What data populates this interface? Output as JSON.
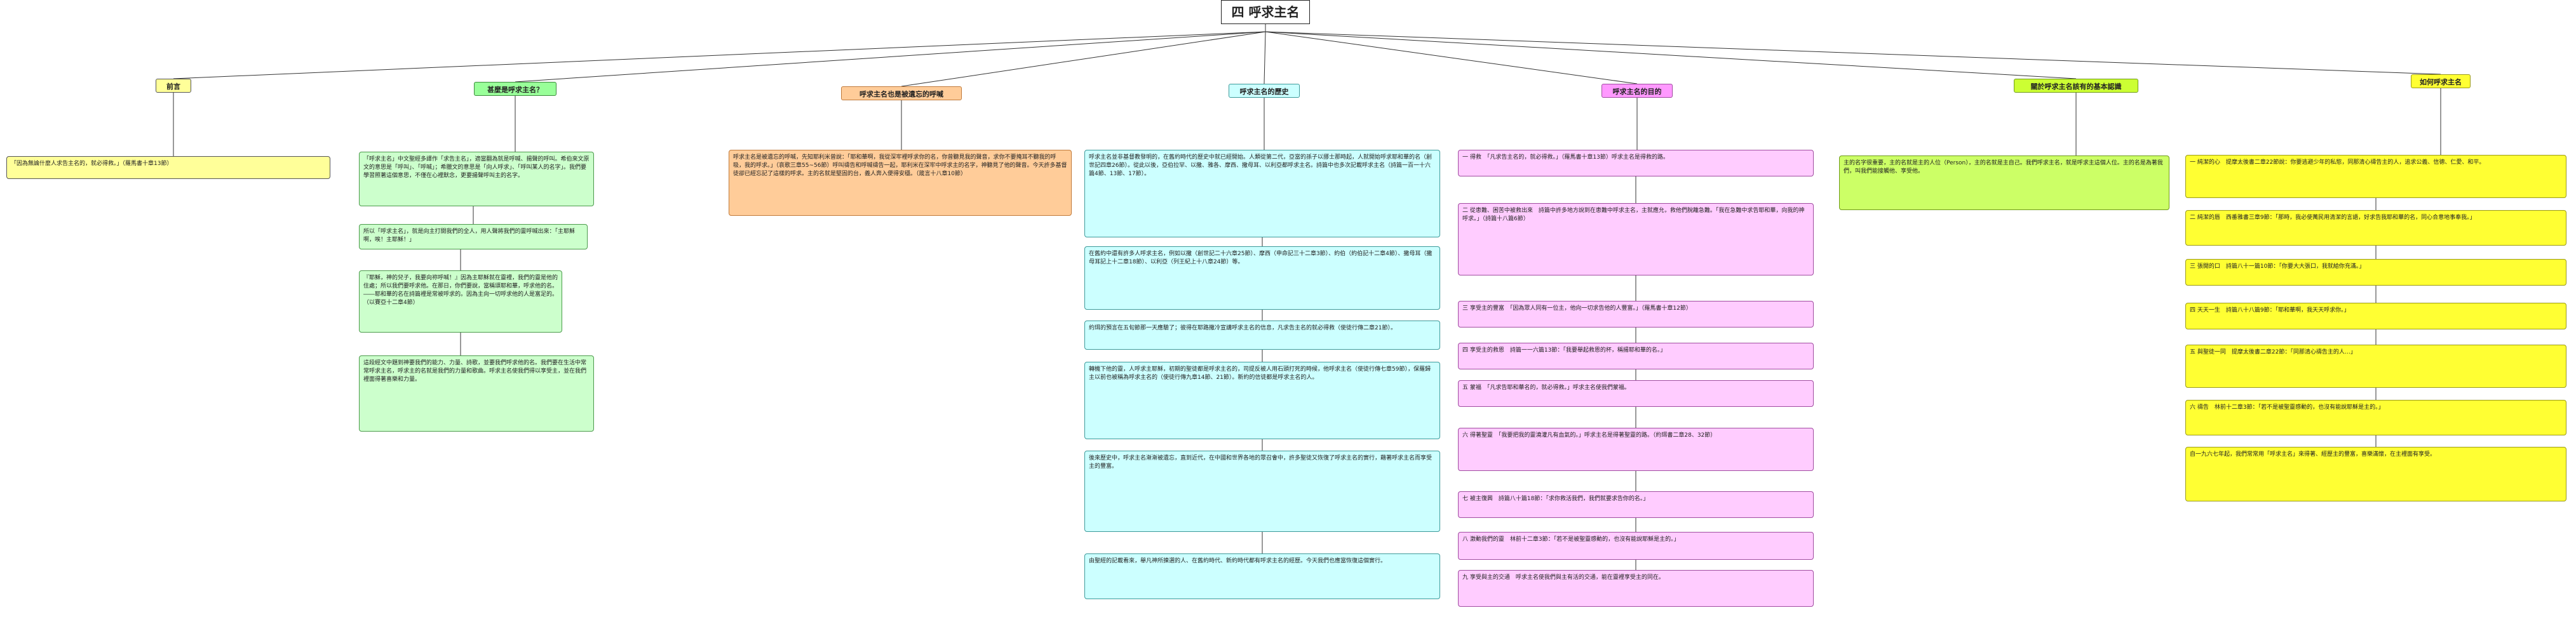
{
  "root": {
    "title": "四 呼求主名"
  },
  "branches": [
    {
      "key": "foreword",
      "header": "前言",
      "color": "yellow",
      "nodes": [
        "「因為無論什麼人求告主名的，就必得救。」（羅馬書十章13節）"
      ]
    },
    {
      "key": "what",
      "header": "甚麼是呼求主名？",
      "color": "green",
      "nodes": [
        "「呼求主名」中文聖經多譯作「求告主名」，適當翻為就是呼喊、揚聲的呼叫。希伯來文原文的意思是「呼叫」、「呼喊」；希臘文的意思是「向人呼求」、「呼叫某人的名字」。我們要學習照著這個意思，不僅在心裡默念，更要揚聲呼叫主的名字。",
        "所以「呼求主名」，就是向主打開我們的全人，用人聲將我們的靈呼喊出來：「主耶穌啊，唉！主耶穌！」",
        "『耶穌，神的兒子，我要向祢呼喊！』因為主耶穌就在靈裡，我們的靈是他的住處；所以我們要呼求他。在那日，你們要說，當稱頌耶和華，呼求他的名。――耶和華的名在詩篇裡是常被呼求的。因為主向一切呼求他的人是富足的。（以賽亞十二章4節）",
        "這段經文中題到神要我們的能力、力量、詩歌，並要我們呼求他的名。我們要在生活中常常呼求主名，呼求主的名就是我們的力量和歌曲。呼求主名使我們得以享受主，並在我們裡面得著喜樂和力量。"
      ]
    },
    {
      "key": "forgotten",
      "header": "呼求主名也是被遺忘的呼喊",
      "color": "peach",
      "nodes": [
        "呼求主名是被遺忘的呼喊，先知耶利米曾說：「耶和華啊，我從深牢裡呼求你的名，你曾聽見我的聲音，求你不要掩耳不聽我的呼吸，我的呼求。」（哀歌三章55~56節）呼叫禱告和呼喊禱告一起，耶利米在深牢中呼求主的名字，神聽見了他的聲音。今天許多基督徒卻已經忘記了這樣的呼求。主的名就是堅固的台，義人奔入便得安穩。（箴言十八章10節）"
      ]
    },
    {
      "key": "history",
      "header": "呼求主名的歷史",
      "color": "cyan",
      "nodes": [
        "呼求主名並非基督教發明的，在舊約時代的歷史中就已經開始。人類從第二代，亞當的孫子以挪士那時起，人就開始呼求耶和華的名（創世記四章26節）。從此以後，亞伯拉罕、以撒、雅各、摩西、撒母耳、以利亞都呼求主名。詩篇中也多次記載呼求主名（詩篇一百一十六篇4節、13節、17節）。",
        "在舊約中還有許多人呼求主名，例如以撒（創世記二十六章25節）、摩西（申命記三十二章3節）、約伯（約伯記十二章4節）、撒母耳（撒母耳記上十二章18節）、以利亞（列王紀上十八章24節）等。",
        "約珥的預言在五旬節那一天應驗了；彼得在耶路撒冷宣講呼求主名的信息，凡求告主名的就必得救（使徒行傳二章21節）。",
        "轉機下他的靈，人呼求主耶穌，初期的聖徒都是呼求主名的，司提反被人用石頭打死的時候，他呼求主名（使徒行傳七章59節），保羅歸主以前也被稱為呼求主名的（使徒行傳九章14節、21節）。新約的信徒都是呼求主名的人。",
        "後來歷史中，呼求主名漸漸被遺忘，直到近代，在中國和世界各地的眾召會中，許多聖徒又恢復了呼求主名的實行，藉著呼求主名而享受主的豐富。",
        "由聖經的記載看來，舉凡神所揀選的人、在舊約時代、新約時代都有呼求主名的經歷。今天我們也應當恢復這個實行。"
      ]
    },
    {
      "key": "purpose",
      "header": "呼求主名的目的",
      "color": "pink",
      "nodes": [
        "一 得救　「凡求告主名的，就必得救。」（羅馬書十章13節）呼求主名是得救的路。",
        "二 從患難、困苦中被救出來　詩篇中許多地方說到在患難中呼求主名，主就應允，救他們脫離急難。「我在急難中求告耶和華，向我的神呼求。」（詩篇十八篇6節）",
        "三 享受主的豐富　「因為眾人同有一位主，他向一切求告他的人豐富。」（羅馬書十章12節）",
        "四 享受主的救恩　詩篇一一六篇13節：「我要舉起救恩的杯，稱揚耶和華的名。」",
        "五 蒙福　「凡求告耶和華名的，就必得救。」呼求主名使我們蒙福。",
        "六 得著聖靈　「我要把我的靈澆灌凡有血氣的。」呼求主名是得著聖靈的路。（約珥書二章28、32節）",
        "七 被主復興　詩篇八十篇18節：「求你救活我們，我們就要求告你的名。」",
        "八 激動我們的靈　林前十二章3節：「若不是被聖靈感動的，也沒有能說耶穌是主的。」",
        "九 享受與主的交通　呼求主名使我們與主有活的交通，能在靈裡享受主的同在。"
      ]
    },
    {
      "key": "understanding",
      "header": "關於呼求主名該有的基本認識",
      "color": "lime",
      "nodes": [
        "主的名字很重要，主的名就是主的人位（Person），主的名就是主自己。我們呼求主名，就是呼求主這個人位。主的名是為著我們，叫我們能接觸他、享受他。"
      ]
    },
    {
      "key": "how",
      "header": "如何呼求主名",
      "color": "gold",
      "nodes": [
        "一 純潔的心　提摩太後書二章22節說：你要逃避少年的私慾，同那清心禱告主的人，追求公義、信德、仁愛、和平。",
        "二 純潔的唇　西番雅書三章9節：「那時，我必使萬民用清潔的言語，好求告我耶和華的名，同心合意地事奉我。」",
        "三 張開的口　詩篇八十一篇10節：「你要大大張口，我就給你充滿。」",
        "四 天天一生　詩篇八十八篇9節：「耶和華啊，我天天呼求你。」",
        "五 與聖徒一同　提摩太後書二章22節：「同那清心禱告主的人…」",
        "六 禱告　林前十二章3節：「若不是被聖靈感動的，也沒有能說耶穌是主的。」",
        "自一九六七年起，我們常常用「呼求主名」來得著、經歷主的豐富，喜樂滿懷，在主裡面有享受。"
      ]
    }
  ]
}
